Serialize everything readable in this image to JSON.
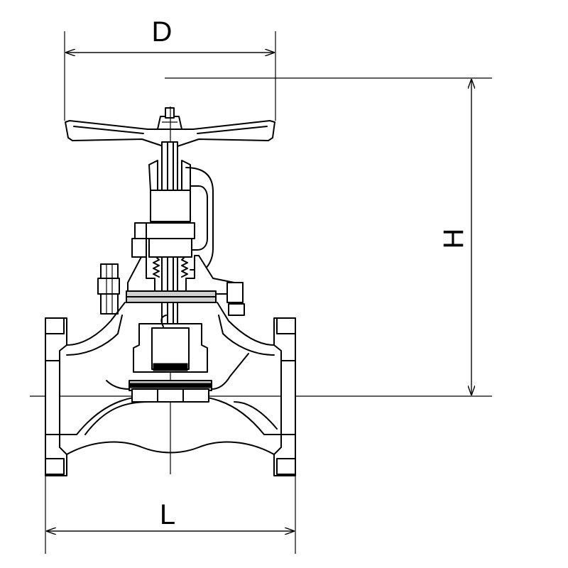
{
  "dimensions": {
    "width_label": "D",
    "height_label": "H",
    "length_label": "L"
  },
  "colors": {
    "line": "#000000",
    "background": "#ffffff",
    "shade": "#cfcfcf"
  }
}
